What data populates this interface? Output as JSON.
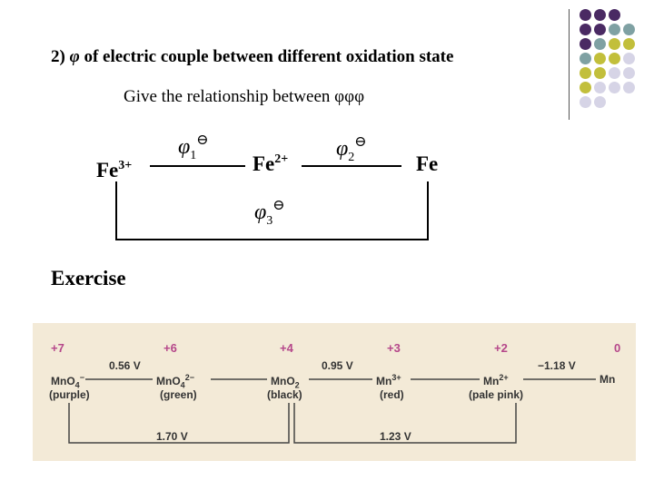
{
  "heading": {
    "prefix": "2)",
    "phi": "φ",
    "text": "of electric couple between different oxidation state"
  },
  "subheading": "Give the relationship between φφφ",
  "diagram": {
    "species": [
      {
        "base": "Fe",
        "charge": "3+"
      },
      {
        "base": "Fe",
        "charge": "2+"
      },
      {
        "base": "Fe",
        "charge": ""
      }
    ],
    "potentials": [
      {
        "symbol": "φ",
        "sub": "1",
        "sup": "⊖"
      },
      {
        "symbol": "φ",
        "sub": "2",
        "sup": "⊖"
      },
      {
        "symbol": "φ",
        "sub": "3",
        "sup": "⊖"
      }
    ]
  },
  "exercise": "Exercise",
  "figure": {
    "oxidation_states": [
      "+7",
      "+6",
      "+4",
      "+3",
      "+2",
      "0"
    ],
    "species": [
      {
        "main": "MnO",
        "sub": "4",
        "sup": "−",
        "color": "(purple)"
      },
      {
        "main": "MnO",
        "sub": "4",
        "sup": "2−",
        "color": "(green)"
      },
      {
        "main": "MnO",
        "sub": "2",
        "sup": "",
        "color": "(black)"
      },
      {
        "main": "Mn",
        "sub": "",
        "sup": "3+",
        "color": "(red)"
      },
      {
        "main": "Mn",
        "sub": "",
        "sup": "2+",
        "color": "(pale pink)"
      },
      {
        "main": "Mn",
        "sub": "",
        "sup": "",
        "color": ""
      }
    ],
    "voltages": {
      "v1": "0.56 V",
      "v2": "0.95 V",
      "v3": "−1.18 V",
      "v4": "1.70 V",
      "v5": "1.23 V"
    }
  },
  "colors": {
    "purple": "#4a2a63",
    "teal": "#7fa1a3",
    "olive": "#c2bf3b",
    "lavender": "#d6d4e6",
    "figure_bg": "#f3ead7",
    "ox_state": "#b5478a"
  }
}
